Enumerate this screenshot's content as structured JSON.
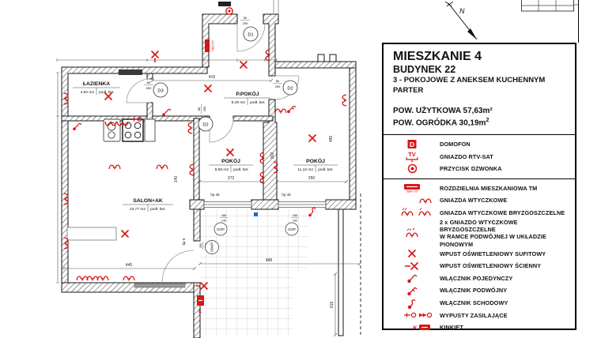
{
  "panel": {
    "title": "MIESZKANIE 4",
    "subtitle": "BUDYNEK 22",
    "line3": "3 - POKOJOWE Z ANEKSEM KUCHENNYM",
    "line4": "PARTER",
    "area_usable": "POW. UŻYTKOWA 57,63m²",
    "area_garden": "POW. OGRÓDKA 30,19m",
    "area_garden_sup": "2"
  },
  "legend": {
    "tm_label": "TM+TT",
    "items": [
      {
        "label": "DOMOFON"
      },
      {
        "label": "GNIAZDO RTV-SAT"
      },
      {
        "label": "PRZYCISK DZWONKA"
      },
      {
        "label": "ROZDZIELNIA MIESZKANIOWA TM"
      },
      {
        "label": "GNIAZDA WTYCZKOWE"
      },
      {
        "label": "GNIAZDA WTYCZKOWE BRYZGOSZCZELNE"
      },
      {
        "label": "2 x GNIAZDO WTYCZKOWE BRYZGOSZCZELNE",
        "label2": "W RAMCE PODWÓJNEJ W UKŁADZIE PIONOWYM"
      },
      {
        "label": "WPUST OŚWIETLENIOWY SUFITOWY"
      },
      {
        "label": "WPUST OŚWIETLENIOWY ŚCIENNY"
      },
      {
        "label": "WŁĄCZNIK POJEDYNCZY"
      },
      {
        "label": "WŁĄCZNIK PODWÓJNY"
      },
      {
        "label": "WŁĄCZNIK SCHODOWY"
      },
      {
        "label": "WYPUSTY ZASILAJĄCE"
      },
      {
        "label": "KINKIET"
      }
    ]
  },
  "plan": {
    "north": "N",
    "tm": "TM+TT",
    "k": "K",
    "rooms": [
      {
        "name": "ŁAZIENKA",
        "area": "4,60 m2",
        "floor": "podł. bet."
      },
      {
        "name": "P.POKÓJ",
        "area": "9,49 m2",
        "floor": "podł. bet."
      },
      {
        "name": "POKÓJ",
        "area": "8,59 m2",
        "floor": "podł. bet."
      },
      {
        "name": "POKÓJ",
        "area": "11,16 m2",
        "floor": "podł. bet."
      },
      {
        "name": "SALON+AK",
        "area": "23,77 m2",
        "floor": "podł. bet."
      }
    ],
    "doors": [
      {
        "id": "D1",
        "w": "90",
        "h": "200"
      },
      {
        "id": "D2",
        "w": "80",
        "h": "200"
      },
      {
        "id": "D2",
        "w": "80",
        "h": "200"
      },
      {
        "id": "D3",
        "w": "80",
        "h": "200"
      }
    ],
    "win": {
      "id": "O2/P",
      "w": "165",
      "h": "140",
      "hp": "hp 45"
    },
    "garden_door": {
      "id": "OB4/P",
      "w": "250",
      "h": "220",
      "hp": "hp 0"
    },
    "dims": {
      "d415": "415",
      "d272": "272",
      "d250": "250",
      "d302": "302",
      "d485": "485",
      "d140": "140",
      "d445": "445",
      "d488": "488",
      "d619": "619"
    }
  },
  "colors": {
    "accent_red": "#d81414",
    "wall_black": "#161616",
    "dim_gray": "#555555",
    "marker_blue": "#2b5fd9"
  }
}
